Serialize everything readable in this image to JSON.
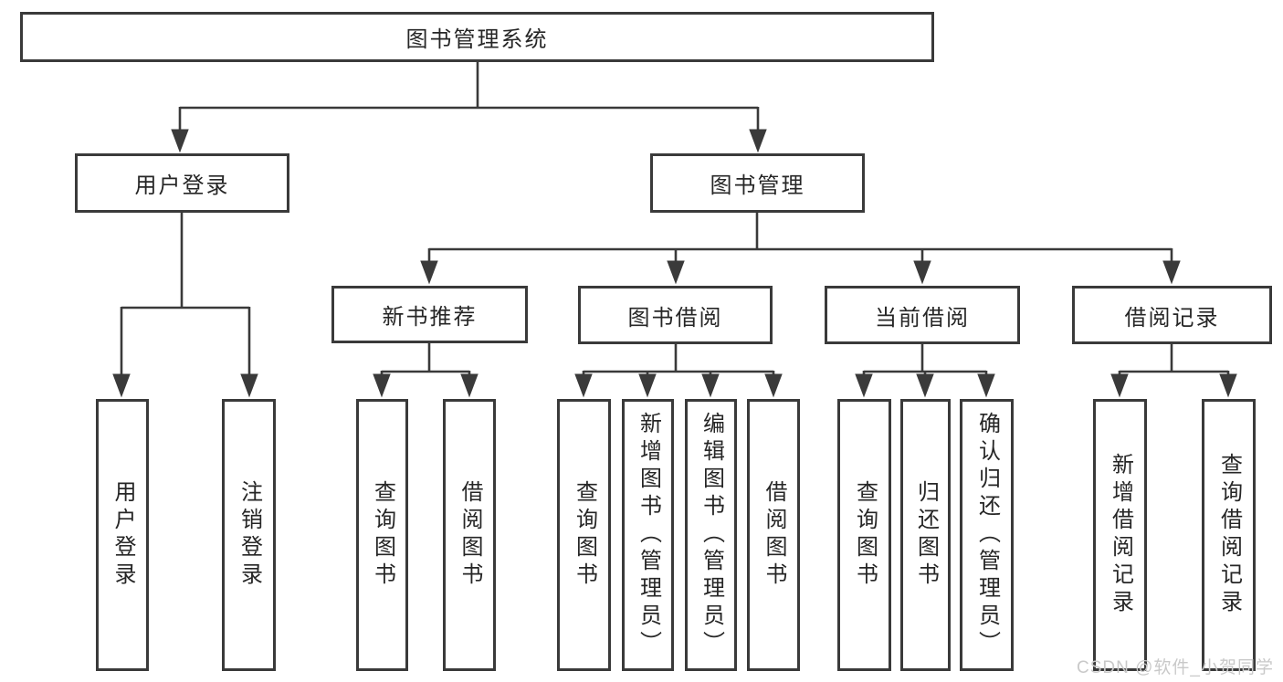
{
  "diagram": {
    "type": "hierarchy-tree",
    "tree": {
      "root": {
        "label": "图书管理系统",
        "children": [
          {
            "label": "用户登录",
            "children": [
              {
                "label": "用户登录"
              },
              {
                "label": "注销登录"
              }
            ]
          },
          {
            "label": "图书管理",
            "children": [
              {
                "label": "新书推荐",
                "children": [
                  {
                    "label": "查询图书"
                  },
                  {
                    "label": "借阅图书"
                  }
                ]
              },
              {
                "label": "图书借阅",
                "children": [
                  {
                    "label": "查询图书"
                  },
                  {
                    "label": "新增图书（管理员）"
                  },
                  {
                    "label": "编辑图书（管理员）"
                  },
                  {
                    "label": "借阅图书"
                  }
                ]
              },
              {
                "label": "当前借阅",
                "children": [
                  {
                    "label": "查询图书"
                  },
                  {
                    "label": "归还图书"
                  },
                  {
                    "label": "确认归还（管理员）"
                  }
                ]
              },
              {
                "label": "借阅记录",
                "children": [
                  {
                    "label": "新增借阅记录"
                  },
                  {
                    "label": "查询借阅记录"
                  }
                ]
              }
            ]
          }
        ]
      }
    },
    "colors": {
      "line": "#3a3a3a",
      "box_background": "#ffffff",
      "text": "#262626",
      "watermark": "#c9c9c9",
      "background": "#ffffff"
    }
  },
  "watermark": {
    "text": "CSDN @软件_小贺同学"
  }
}
